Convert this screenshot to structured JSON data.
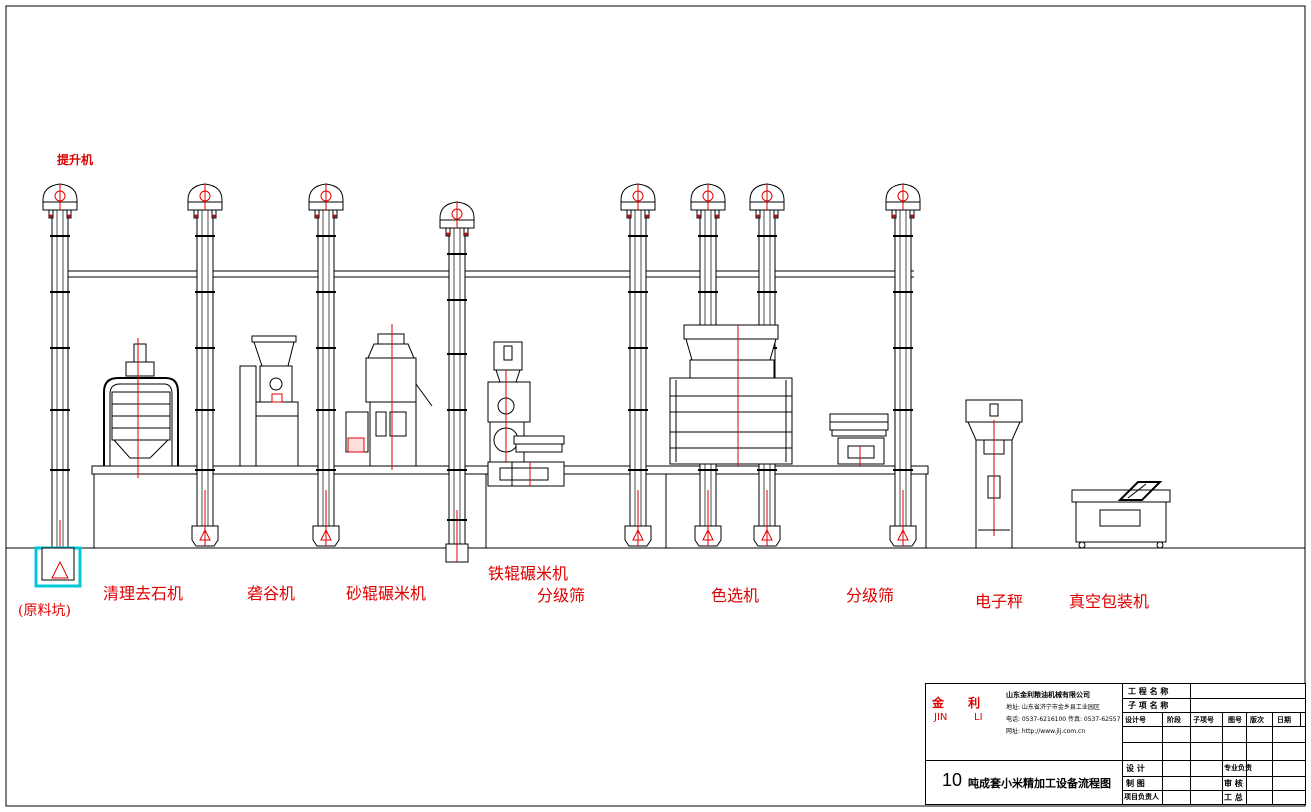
{
  "labels": {
    "elevator": "提升机",
    "raw_pit": "(原料坑)",
    "cleaner": "清理去石机",
    "huller": "砻谷机",
    "sand_roller": "砂辊碾米机",
    "iron_roller": "铁辊碾米机",
    "grader1": "分级筛",
    "color_sorter": "色选机",
    "grader2": "分级筛",
    "scale": "电子秤",
    "vacuum_packer": "真空包装机"
  },
  "title_block": {
    "logo_cn": "金 利",
    "logo_en_1": "JIN",
    "logo_en_2": "LI",
    "company": "山东金利粮油机械有限公司",
    "address": "地址: 山东省济宁市金乡县工业园区",
    "tel": "电话: 0537-6216100 传真: 0537-62557",
    "web": "网址: http://www.jlj.com.cn",
    "project_name": "工 程 名 称",
    "sub_project_name": "子 项 名 称",
    "col_design_no": "设计号",
    "col_stage": "阶段",
    "col_sub_no": "子项号",
    "col_drawing_no": "图号",
    "col_version": "版次",
    "col_date": "日期",
    "designer": "设 计",
    "drafter": "制 图",
    "project_lead": "项目负责人",
    "specialty_lead": "专业负责",
    "reviewer": "审 核",
    "chief_engineer": "工 总",
    "drawing_title_num": "10",
    "drawing_title": "吨成套小米精加工设备流程图"
  },
  "colors": {
    "line": "#000000",
    "annotation": "#e00000",
    "pit_highlight": "#00c8d8"
  }
}
